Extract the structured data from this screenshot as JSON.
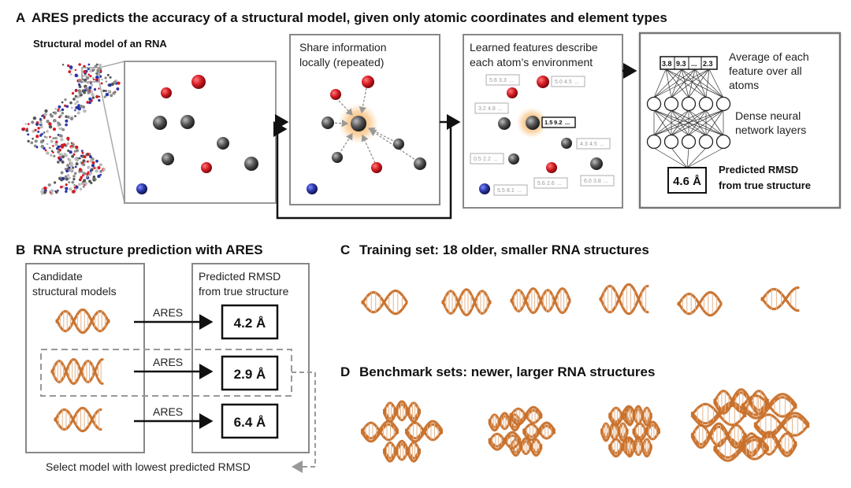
{
  "panel_a": {
    "letter": "A",
    "title": "ARES predicts the accuracy of a structural model, given only atomic coordinates and element types",
    "rna_label": "Structural model of an RNA",
    "share_line1": "Share information",
    "share_line2": "locally (repeated)",
    "learned_line1": "Learned features describe",
    "learned_line2": "each atom’s environment",
    "avg_line1": "Average of each",
    "avg_line2": "feature over all",
    "avg_line3": "atoms",
    "dense_line1": "Dense neural",
    "dense_line2": "network layers",
    "pred_line1": "Predicted RMSD",
    "pred_line2": "from true structure",
    "pred_value": "4.6 Å",
    "avg_features": [
      "3.8",
      "9.3",
      "...",
      "2.3"
    ],
    "center_features": [
      "1.5",
      "9.2",
      "..."
    ],
    "feature_boxes": [
      [
        "5.6",
        "3.3",
        "..."
      ],
      [
        "5.0",
        "4.5",
        "..."
      ],
      [
        "3.2",
        "4.8",
        "..."
      ],
      [
        "4.3",
        "4.5",
        "..."
      ],
      [
        "0.5",
        "2.2",
        "..."
      ],
      [
        "5.6",
        "2.6",
        "..."
      ],
      [
        "6.0",
        "3.8",
        "..."
      ],
      [
        "5.5",
        "8.1",
        "..."
      ]
    ]
  },
  "panel_b": {
    "letter": "B",
    "title": "RNA structure prediction with ARES",
    "candidates_line1": "Candidate",
    "candidates_line2": "structural models",
    "pred_line1": "Predicted RMSD",
    "pred_line2": "from true structure",
    "arrow_label": "ARES",
    "predictions": [
      "4.2 Å",
      "2.9 Å",
      "6.4 Å"
    ],
    "select_label": "Select model with lowest predicted RMSD"
  },
  "panel_c": {
    "letter": "C",
    "title": "Training set: 18 older, smaller RNA structures"
  },
  "panel_d": {
    "letter": "D",
    "title": "Benchmark sets: newer, larger RNA structures"
  },
  "colors": {
    "oxygen": "#d41c24",
    "carbon": "#555555",
    "nitrogen": "#2b36a8",
    "rna_ribbon": "#c8702a",
    "glow": "#f5a043",
    "panel_border": "#888888",
    "feature_border": "#bbbbbb"
  }
}
